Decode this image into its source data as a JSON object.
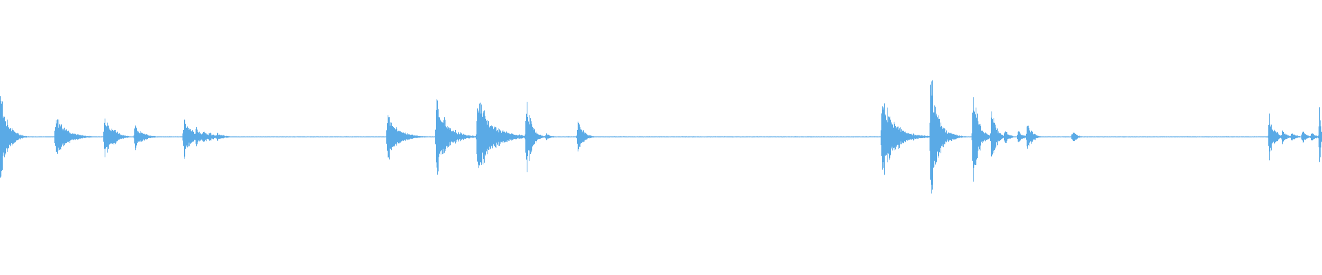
{
  "waveform": {
    "color": "#5aaae6",
    "background": "#ffffff",
    "baseline_amplitude": 0.004,
    "bursts": [
      {
        "time": 0.0,
        "peak": 0.72,
        "spikes": [
          [
            0.0,
            0.72
          ],
          [
            0.004,
            0.3
          ],
          [
            0.008,
            0.18
          ]
        ],
        "tail": 0.01
      },
      {
        "time": 0.042,
        "peak": 0.32,
        "spikes": [
          [
            0.042,
            0.32
          ],
          [
            0.046,
            0.1
          ]
        ],
        "tail": 0.02
      },
      {
        "time": 0.079,
        "peak": 0.35,
        "spikes": [
          [
            0.079,
            0.35
          ],
          [
            0.086,
            0.12
          ],
          [
            0.102,
            0.18
          ],
          [
            0.106,
            0.1
          ]
        ],
        "tail": 0.012
      },
      {
        "time": 0.139,
        "peak": 0.3,
        "spikes": [
          [
            0.139,
            0.3
          ],
          [
            0.143,
            0.15
          ],
          [
            0.148,
            0.14
          ],
          [
            0.153,
            0.1
          ],
          [
            0.158,
            0.07
          ],
          [
            0.164,
            0.06
          ]
        ],
        "tail": 0.012
      },
      {
        "time": 0.293,
        "peak": 0.34,
        "spikes": [
          [
            0.293,
            0.34
          ],
          [
            0.296,
            0.18
          ],
          [
            0.3,
            0.1
          ]
        ],
        "tail": 0.02
      },
      {
        "time": 0.33,
        "peak": 0.58,
        "spikes": [
          [
            0.33,
            0.58
          ],
          [
            0.333,
            0.2
          ],
          [
            0.34,
            0.08
          ]
        ],
        "tail": 0.02
      },
      {
        "time": 0.361,
        "peak": 0.52,
        "spikes": [
          [
            0.361,
            0.52
          ],
          [
            0.365,
            0.12
          ],
          [
            0.375,
            0.06
          ]
        ],
        "tail": 0.03
      },
      {
        "time": 0.398,
        "peak": 0.58,
        "spikes": [
          [
            0.398,
            0.58
          ],
          [
            0.401,
            0.3
          ],
          [
            0.413,
            0.05
          ]
        ],
        "tail": 0.008
      },
      {
        "time": 0.437,
        "peak": 0.24,
        "spikes": [
          [
            0.437,
            0.24
          ],
          [
            0.44,
            0.12
          ]
        ],
        "tail": 0.008
      },
      {
        "time": 0.667,
        "peak": 0.58,
        "spikes": [
          [
            0.667,
            0.58
          ],
          [
            0.67,
            0.22
          ],
          [
            0.68,
            0.08
          ]
        ],
        "tail": 0.025
      },
      {
        "time": 0.704,
        "peak": 1.0,
        "spikes": [
          [
            0.704,
            1.0
          ],
          [
            0.707,
            0.42
          ],
          [
            0.712,
            0.1
          ],
          [
            0.719,
            0.07
          ]
        ],
        "tail": 0.012
      },
      {
        "time": 0.736,
        "peak": 0.82,
        "spikes": [
          [
            0.736,
            0.82
          ],
          [
            0.739,
            0.3
          ],
          [
            0.744,
            0.1
          ]
        ],
        "tail": 0.008
      },
      {
        "time": 0.75,
        "peak": 0.48,
        "spikes": [
          [
            0.75,
            0.48
          ],
          [
            0.753,
            0.18
          ],
          [
            0.76,
            0.12
          ],
          [
            0.77,
            0.12
          ],
          [
            0.777,
            0.22
          ],
          [
            0.78,
            0.12
          ]
        ],
        "tail": 0.006
      },
      {
        "time": 0.811,
        "peak": 0.06,
        "spikes": [
          [
            0.811,
            0.06
          ],
          [
            0.814,
            0.04
          ]
        ],
        "tail": 0.004
      },
      {
        "time": 0.96,
        "peak": 0.36,
        "spikes": [
          [
            0.96,
            0.36
          ],
          [
            0.964,
            0.15
          ],
          [
            0.97,
            0.12
          ],
          [
            0.977,
            0.08
          ],
          [
            0.985,
            0.1
          ],
          [
            0.992,
            0.07
          ]
        ],
        "tail": 0.006
      },
      {
        "time": 0.998,
        "peak": 0.4,
        "spikes": [
          [
            0.998,
            0.4
          ]
        ],
        "tail": 0.002
      }
    ]
  }
}
